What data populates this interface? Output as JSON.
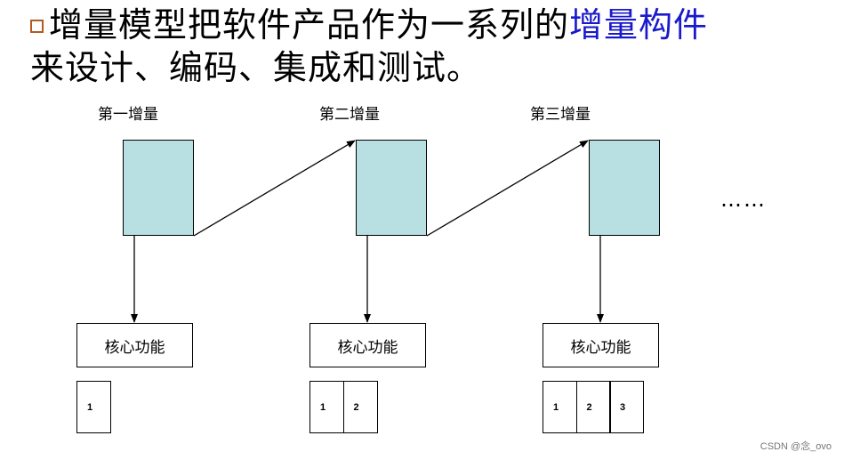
{
  "heading": {
    "line1_text": "增量模型把软件产品作为一系列的",
    "line1_highlight": "增量构件",
    "line2_text": "来设计、编码、集成和测试。",
    "highlight_color": "#1a1acc"
  },
  "increments": [
    {
      "label": "第一增量",
      "core_label": "核心功能",
      "modules": [
        "1"
      ]
    },
    {
      "label": "第二增量",
      "core_label": "核心功能",
      "modules": [
        "1",
        "2"
      ]
    },
    {
      "label": "第三增量",
      "core_label": "核心功能",
      "modules": [
        "1",
        "2",
        "3"
      ]
    }
  ],
  "ellipsis": "……",
  "watermark": "CSDN @念_ovo",
  "colors": {
    "increment_fill": "#b8dfe2",
    "bullet": "#b35a1f"
  }
}
